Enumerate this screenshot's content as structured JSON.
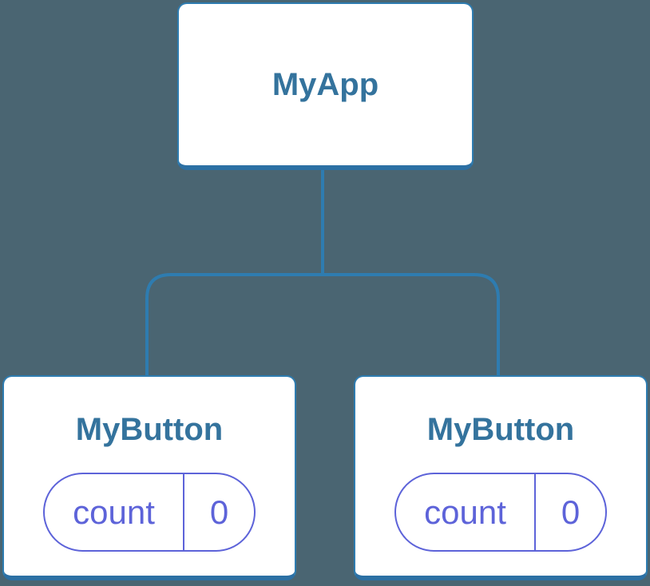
{
  "colors": {
    "background": "#4A6572",
    "connector": "#2E7CB0",
    "node_border": "#2E7CB0",
    "node_border_bottom": "#2C70A4",
    "node_fill": "#FFFFFF",
    "node_label": "#34739D",
    "state_accent": "#5D63D9"
  },
  "tree": {
    "root": {
      "label": "MyApp"
    },
    "children": [
      {
        "label": "MyButton",
        "state": {
          "name": "count",
          "value": "0"
        }
      },
      {
        "label": "MyButton",
        "state": {
          "name": "count",
          "value": "0"
        }
      }
    ]
  }
}
